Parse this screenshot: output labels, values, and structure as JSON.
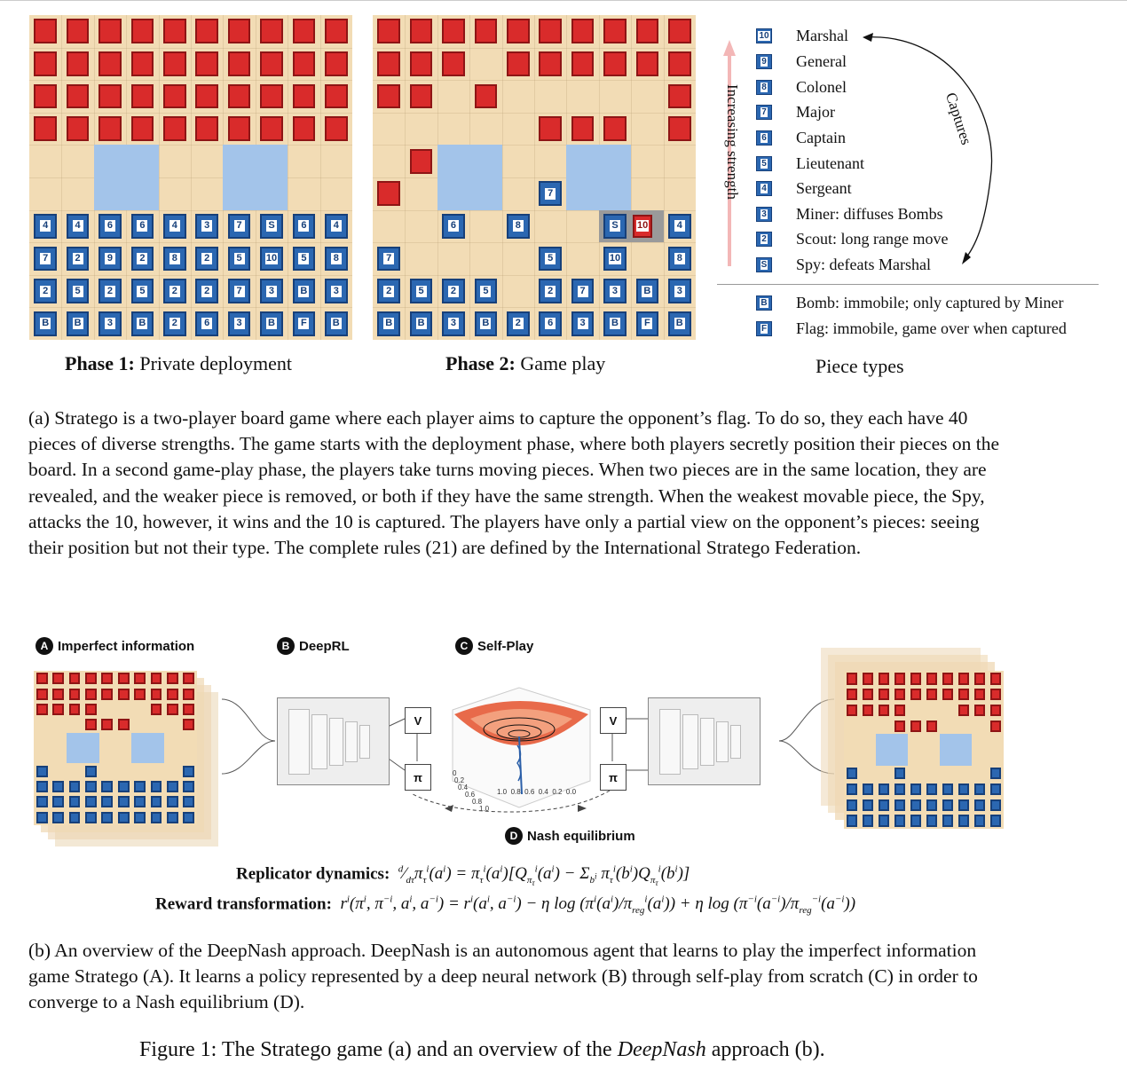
{
  "phase1": {
    "label_bold": "Phase 1:",
    "label_rest": " Private deployment"
  },
  "phase2": {
    "label_bold": "Phase 2:",
    "label_rest": " Game play"
  },
  "piece_types": {
    "title": "Piece types",
    "axis_label": "Increasing strength",
    "captures_label": "Captures",
    "items": [
      {
        "badge": "10",
        "label": "Marshal"
      },
      {
        "badge": "9",
        "label": "General"
      },
      {
        "badge": "8",
        "label": "Colonel"
      },
      {
        "badge": "7",
        "label": "Major"
      },
      {
        "badge": "6",
        "label": "Captain"
      },
      {
        "badge": "5",
        "label": "Lieutenant"
      },
      {
        "badge": "4",
        "label": "Sergeant"
      },
      {
        "badge": "3",
        "label": "Miner: diffuses Bombs"
      },
      {
        "badge": "2",
        "label": "Scout: long range move"
      },
      {
        "badge": "S",
        "label": "Spy: defeats Marshal"
      }
    ],
    "special": [
      {
        "badge": "B",
        "label": "Bomb: immobile; only captured by Miner"
      },
      {
        "badge": "F",
        "label": "Flag: immobile, game over when captured"
      }
    ]
  },
  "board1_blue": [
    [
      "4",
      "4",
      "6",
      "6",
      "4",
      "3",
      "7",
      "S",
      "6",
      "4"
    ],
    [
      "7",
      "2",
      "9",
      "2",
      "8",
      "2",
      "5",
      "10",
      "5",
      "8"
    ],
    [
      "2",
      "5",
      "2",
      "5",
      "2",
      "2",
      "7",
      "3",
      "B",
      "3"
    ],
    [
      "B",
      "B",
      "3",
      "B",
      "2",
      "6",
      "3",
      "B",
      "F",
      "B"
    ]
  ],
  "board2_blue": {
    "row5": [
      [
        "",
        "",
        ""
      ],
      [
        "6"
      ],
      [
        "8"
      ]
    ],
    "cells": [
      {
        "r": 3,
        "c": 5,
        "v": "7"
      },
      {
        "r": 4,
        "c": 2,
        "v": "6"
      },
      {
        "r": 4,
        "c": 4,
        "v": "8"
      },
      {
        "r": 4,
        "c": 7,
        "v": "S"
      },
      {
        "r": 4,
        "c": 9,
        "v": "4"
      },
      {
        "r": 5,
        "c": 0,
        "v": "7"
      },
      {
        "r": 5,
        "c": 5,
        "v": "5"
      },
      {
        "r": 5,
        "c": 7,
        "v": "10"
      },
      {
        "r": 5,
        "c": 9,
        "v": "8"
      },
      {
        "r": 6,
        "c": 0,
        "v": "2"
      },
      {
        "r": 6,
        "c": 1,
        "v": "5"
      },
      {
        "r": 6,
        "c": 2,
        "v": "2"
      },
      {
        "r": 6,
        "c": 3,
        "v": "5"
      },
      {
        "r": 6,
        "c": 5,
        "v": "2"
      },
      {
        "r": 6,
        "c": 6,
        "v": "7"
      },
      {
        "r": 6,
        "c": 7,
        "v": "3"
      },
      {
        "r": 6,
        "c": 8,
        "v": "B"
      },
      {
        "r": 6,
        "c": 9,
        "v": "3"
      },
      {
        "r": 7,
        "c": 0,
        "v": "B"
      },
      {
        "r": 7,
        "c": 1,
        "v": "B"
      },
      {
        "r": 7,
        "c": 2,
        "v": "3"
      },
      {
        "r": 7,
        "c": 3,
        "v": "B"
      },
      {
        "r": 7,
        "c": 4,
        "v": "2"
      },
      {
        "r": 7,
        "c": 5,
        "v": "6"
      },
      {
        "r": 7,
        "c": 6,
        "v": "3"
      },
      {
        "r": 7,
        "c": 7,
        "v": "B"
      },
      {
        "r": 7,
        "c": 8,
        "v": "F"
      },
      {
        "r": 7,
        "c": 9,
        "v": "B"
      }
    ],
    "red_revealed": "10"
  },
  "para_a": "(a) Stratego is a two-player board game where each player aims to capture the opponent’s flag. To do so, they each have 40 pieces of diverse strengths. The game starts with the deployment phase, where both players secretly position their pieces on the board. In a second game-play phase, the players take turns moving pieces. When two pieces are in the same location, they are revealed, and the weaker piece is removed, or both if they have the same strength. When the weakest movable piece, the Spy, attacks the 10, however, it wins and the 10 is captured. The players have only a partial view on the opponent’s pieces: seeing their position but not their type. The complete rules (21) are defined by the International Stratego Federation.",
  "panel_b": {
    "A": {
      "letter": "A",
      "label": "Imperfect information"
    },
    "B": {
      "letter": "B",
      "label": "DeepRL"
    },
    "C": {
      "letter": "C",
      "label": "Self-Play"
    },
    "D": {
      "letter": "D",
      "label": "Nash equilibrium"
    },
    "v_label": "V",
    "pi_label": "π",
    "axis_ticks_left": [
      "0",
      "0.2",
      "0.4",
      "0.6",
      "0.8",
      "1.0"
    ],
    "axis_ticks_right": [
      "1.0",
      "0.8",
      "0.6",
      "0.4",
      "0.2",
      "0.0"
    ]
  },
  "equations": {
    "replicator_label": "Replicator dynamics:",
    "replicator": "d/dτ π_τ^i(a^i) = π_τ^i(a^i)[Q_{π_τ}^i(a^i) − Σ_{b^i} π_τ^i(b^i)Q_{π_τ}^i(b^i)]",
    "reward_label": "Reward transformation:",
    "reward": "r^i(π^i, π^{−i}, a^i, a^{−i}) = r^i(a^i, a^{−i}) − η log(π^i(a^i)/π_reg^i(a^i)) + η log(π^{−i}(a^{−i})/π_reg^{−i}(a^{−i}))"
  },
  "para_b": "(b) An overview of the DeepNash approach. DeepNash is an autonomous agent that learns to play the imperfect information game Stratego (A). It learns a policy represented by a deep neural network (B) through self-play from scratch (C) in order to converge to a Nash equilibrium (D).",
  "figure_caption": {
    "prefix": "Figure 1: The Stratego game (a) and an overview of the ",
    "italic": "DeepNash",
    "suffix": " approach (b)."
  }
}
